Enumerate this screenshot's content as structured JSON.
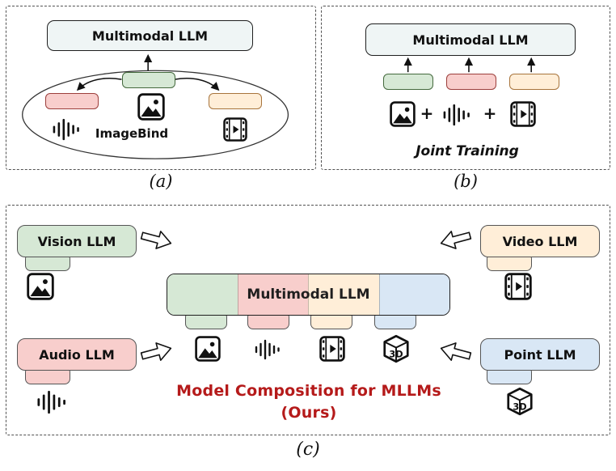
{
  "colors": {
    "green-fill": "#d6e8d5",
    "green-border": "#44693d",
    "pink-fill": "#f8cecc",
    "pink-border": "#9c3f3c",
    "orange-fill": "#ffeed8",
    "orange-border": "#a8743c",
    "blue-fill": "#d9e7f5",
    "blue-border": "#5a7ca0",
    "llm-fill": "#eff5f5",
    "llm-border": "#1f1f1f",
    "caption-red": "#b51a1a",
    "ink": "#111111"
  },
  "panel_a": {
    "label": "(a)",
    "llm_title": "Multimodal LLM",
    "imagebind_label": "ImageBind"
  },
  "panel_b": {
    "label": "(b)",
    "llm_title": "Multimodal LLM",
    "plus_1": "+",
    "plus_2": "+",
    "joint_training_label": "Joint Training"
  },
  "panel_c": {
    "label": "(c)",
    "vision_llm_label": "Vision LLM",
    "audio_llm_label": "Audio LLM",
    "video_llm_label": "Video LLM",
    "point_llm_label": "Point LLM",
    "center_llm_label": "Multimodal LLM",
    "caption_line1": "Model Composition for MLLMs",
    "caption_line2": "(Ours)"
  },
  "icons": {
    "threed_label": "3D"
  }
}
